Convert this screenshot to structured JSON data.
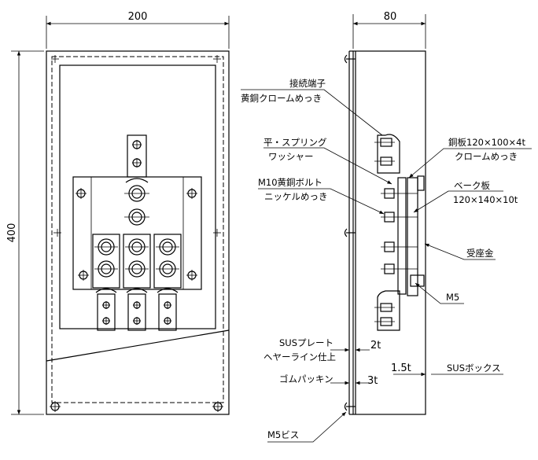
{
  "dimensions": {
    "width": "200",
    "height": "400",
    "depth": "80",
    "plate_thickness": "2t",
    "box_thickness": "1.5t",
    "gasket_thickness": "3t"
  },
  "labels": {
    "terminal_line1": "接続端子",
    "terminal_line2": "黄銅クロームめっき",
    "washer_line1": "平・スプリング",
    "washer_line2": "ワッシャー",
    "bolt_line1": "M10黄銅ボルト",
    "bolt_line2": "ニッケルめっき",
    "copper_line1": "銅板120×100×4t",
    "copper_line2": "クロームめっき",
    "bakelite_line1": "ベーク板",
    "bakelite_line2": "120×140×10t",
    "bracket": "受座金",
    "m5": "M5",
    "sus_plate_line1": "SUSプレート",
    "sus_plate_line2": "ヘヤーライン仕上",
    "sus_box": "SUSボックス",
    "gasket": "ゴムパッキン",
    "m5_screw": "M5ビス"
  }
}
